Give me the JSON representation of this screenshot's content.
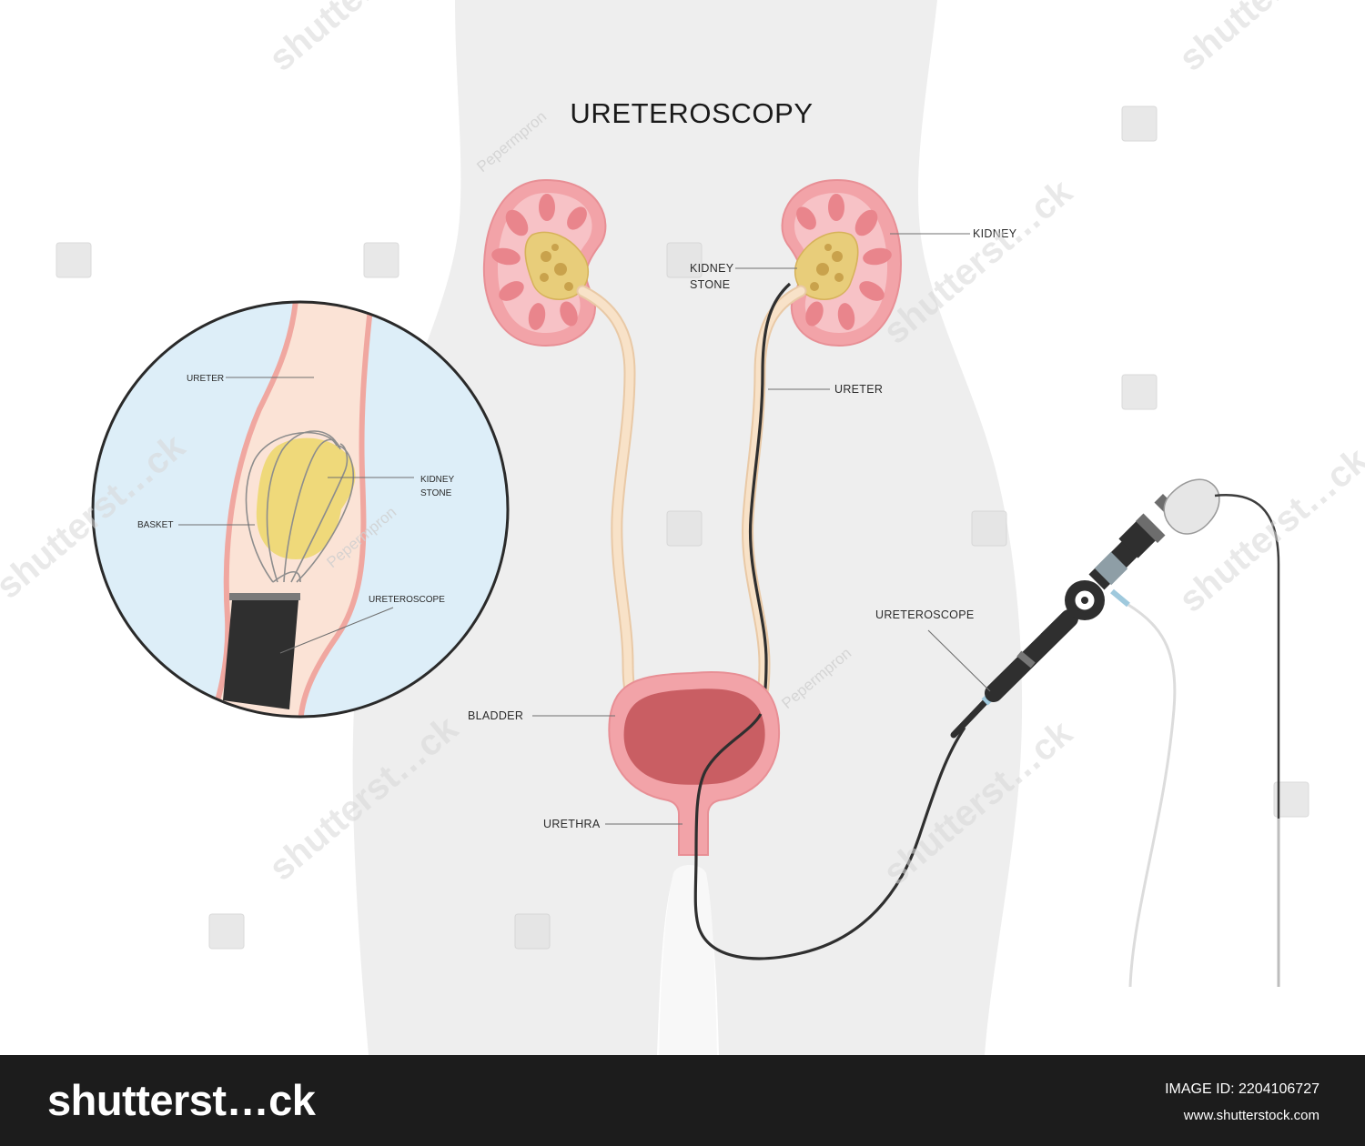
{
  "title": "UREΤEROSCOPY",
  "labels": {
    "kidney": "KIDNEY",
    "kidney_stone_line1": "KIDNEY",
    "kidney_stone_line2": "STONE",
    "ureter": "URETER",
    "ureteroscope": "URETEROSCOPE",
    "bladder": "BLADDER",
    "urethra": "URETHRA"
  },
  "inset_labels": {
    "ureter": "URETER",
    "kidney_stone_line1": "KIDNEY",
    "kidney_stone_line2": "STONE",
    "basket": "BASKET",
    "ureteroscope": "URETEROSCOPE"
  },
  "watermarks": {
    "brand": "shutterst…ck",
    "contributor": "Pepermpron"
  },
  "footer": {
    "logo": "shutterst…ck",
    "image_id": "IMAGE ID: 2204106727",
    "url": "www.shutterstock.com"
  },
  "colors": {
    "body_silhouette": "#eeeeee",
    "kidney_outer": "#f2a3a8",
    "kidney_inner": "#f7c2c6",
    "stone": "#e8cd7a",
    "ureter": "#f6dcc0",
    "bladder_wall": "#f2a3a8",
    "bladder_inner": "#c95e63",
    "inset_bg": "#ddeef8",
    "scope": "#2f2f2f",
    "footer_bg": "#1c1c1c"
  }
}
